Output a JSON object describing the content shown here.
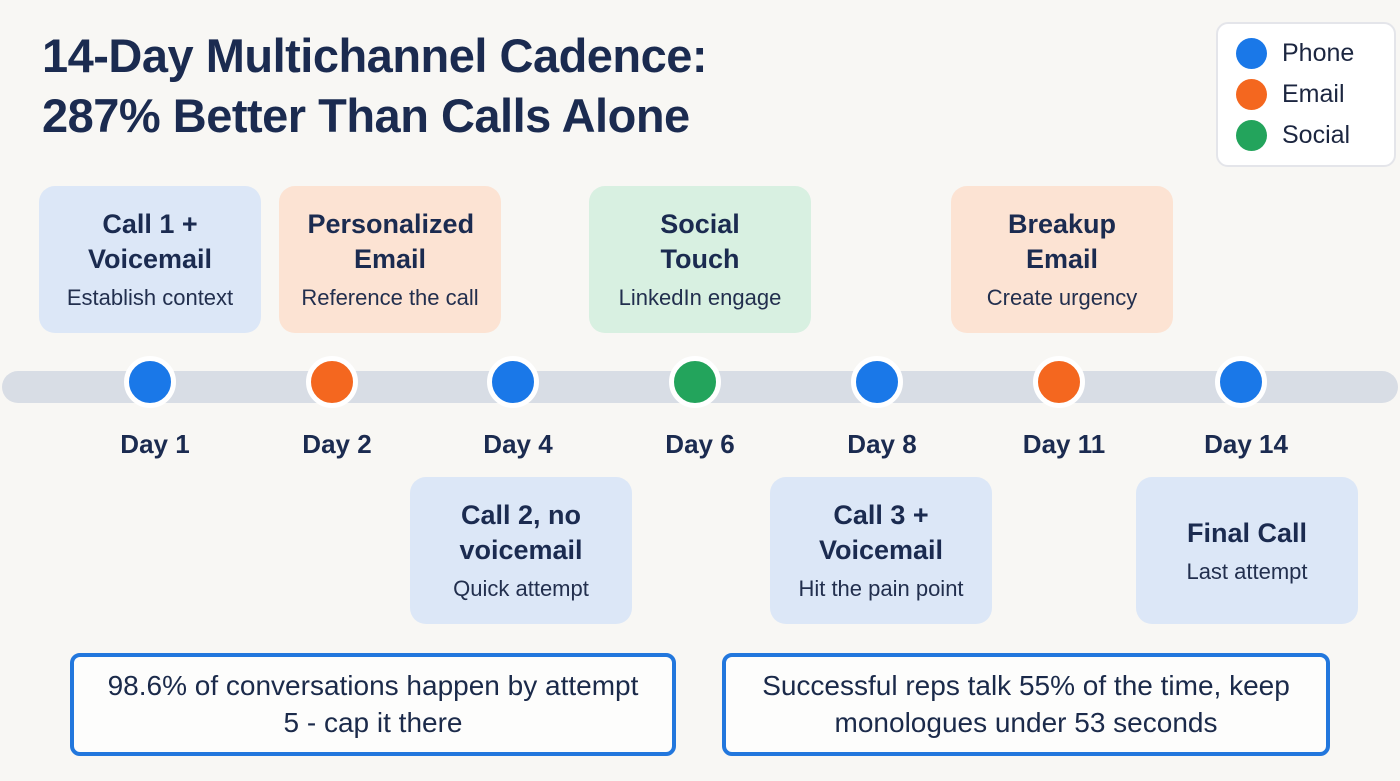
{
  "page": {
    "title": "14-Day Multichannel Cadence:\n287% Better Than Calls Alone"
  },
  "colors": {
    "background": "#f8f7f4",
    "phone_blue": "#1a78e8",
    "email_orange": "#f4671f",
    "social_green": "#23a45c",
    "card_blue_bg": "#dce7f7",
    "card_orange_bg": "#fce3d3",
    "card_green_bg": "#d8f0e1",
    "timeline_bar": "#d8dde5",
    "callout_border": "#2277dd",
    "text_navy": "#1b2b50"
  },
  "legend": {
    "items": [
      {
        "label": "Phone",
        "color": "#1a78e8"
      },
      {
        "label": "Email",
        "color": "#f4671f"
      },
      {
        "label": "Social",
        "color": "#23a45c"
      }
    ]
  },
  "timeline": {
    "days": [
      {
        "label": "Day 1",
        "channel": "phone",
        "dot_color": "#1a78e8",
        "card_position": "above",
        "card_bg": "#dce7f7",
        "card_title": "Call 1 + Voicemail",
        "card_subtitle": "Establish context"
      },
      {
        "label": "Day 2",
        "channel": "email",
        "dot_color": "#f4671f",
        "card_position": "above",
        "card_bg": "#fce3d3",
        "card_title": "Personalized Email",
        "card_subtitle": "Reference the call"
      },
      {
        "label": "Day 4",
        "channel": "phone",
        "dot_color": "#1a78e8",
        "card_position": "below",
        "card_bg": "#dce7f7",
        "card_title": "Call 2, no voicemail",
        "card_subtitle": "Quick attempt"
      },
      {
        "label": "Day 6",
        "channel": "social",
        "dot_color": "#23a45c",
        "card_position": "above",
        "card_bg": "#d8f0e1",
        "card_title": "Social Touch",
        "card_subtitle": "LinkedIn engage"
      },
      {
        "label": "Day 8",
        "channel": "phone",
        "dot_color": "#1a78e8",
        "card_position": "below",
        "card_bg": "#dce7f7",
        "card_title": "Call 3 + Voicemail",
        "card_subtitle": "Hit the pain point"
      },
      {
        "label": "Day 11",
        "channel": "email",
        "dot_color": "#f4671f",
        "card_position": "above",
        "card_bg": "#fce3d3",
        "card_title": "Breakup Email",
        "card_subtitle": "Create urgency"
      },
      {
        "label": "Day 14",
        "channel": "phone",
        "dot_color": "#1a78e8",
        "card_position": "below",
        "card_bg": "#dce7f7",
        "card_title": "Final Call",
        "card_subtitle": "Last attempt"
      }
    ]
  },
  "callouts": [
    {
      "text": "98.6% of conversations happen by attempt 5 - cap it there"
    },
    {
      "text": "Successful reps talk 55% of the time, keep monologues under 53 seconds"
    }
  ]
}
